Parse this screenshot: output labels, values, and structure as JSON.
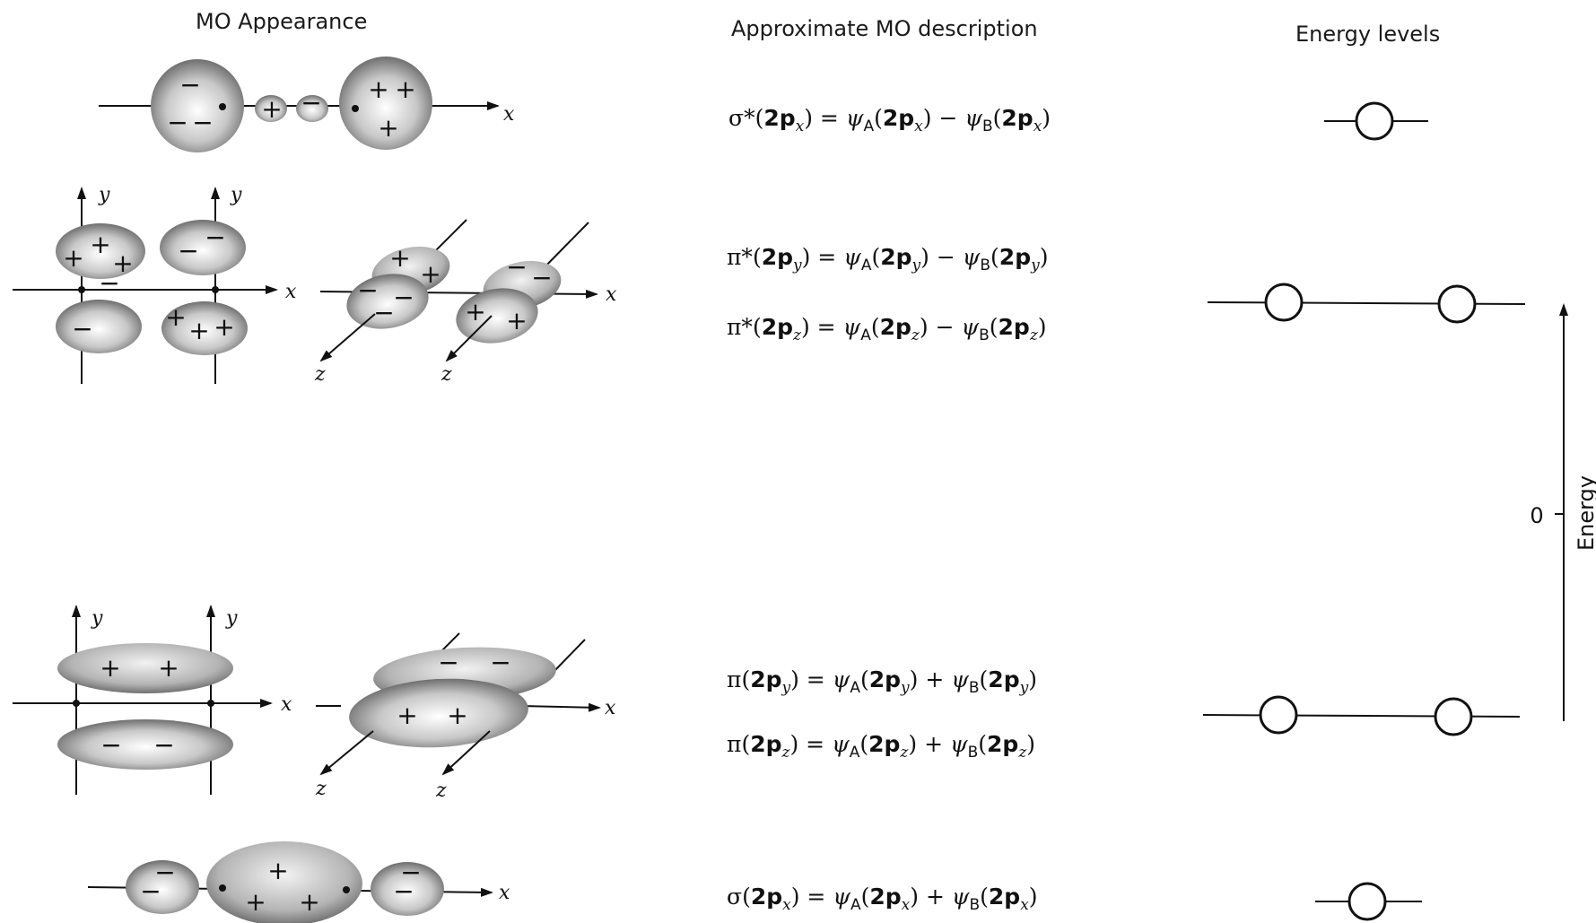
{
  "headers": {
    "mo_appearance": "MO Appearance",
    "mo_description": "Approximate MO description",
    "energy_levels": "Energy levels"
  },
  "orbitals": [
    {
      "id": "sigma_star_2px",
      "symbol": "σ*",
      "orbital": "2p",
      "sub": "x",
      "sign": "−"
    },
    {
      "id": "pi_star_2py",
      "symbol": "π*",
      "orbital": "2p",
      "sub": "y",
      "sign": "−"
    },
    {
      "id": "pi_star_2pz",
      "symbol": "π*",
      "orbital": "2p",
      "sub": "z",
      "sign": "−"
    },
    {
      "id": "pi_2py",
      "symbol": "π",
      "orbital": "2p",
      "sub": "y",
      "sign": "+"
    },
    {
      "id": "pi_2pz",
      "symbol": "π",
      "orbital": "2p",
      "sub": "z",
      "sign": "+"
    },
    {
      "id": "sigma_2px",
      "symbol": "σ",
      "orbital": "2p",
      "sub": "x",
      "sign": "+"
    }
  ],
  "psi": {
    "symbol": "ψ",
    "a": "A",
    "b": "B"
  },
  "axis_labels": {
    "x": "x",
    "y": "y",
    "z": "z"
  },
  "energy_axis": {
    "label": "Energy",
    "zero": "0"
  },
  "lobe_signs": {
    "plus": "+",
    "minus": "−"
  }
}
